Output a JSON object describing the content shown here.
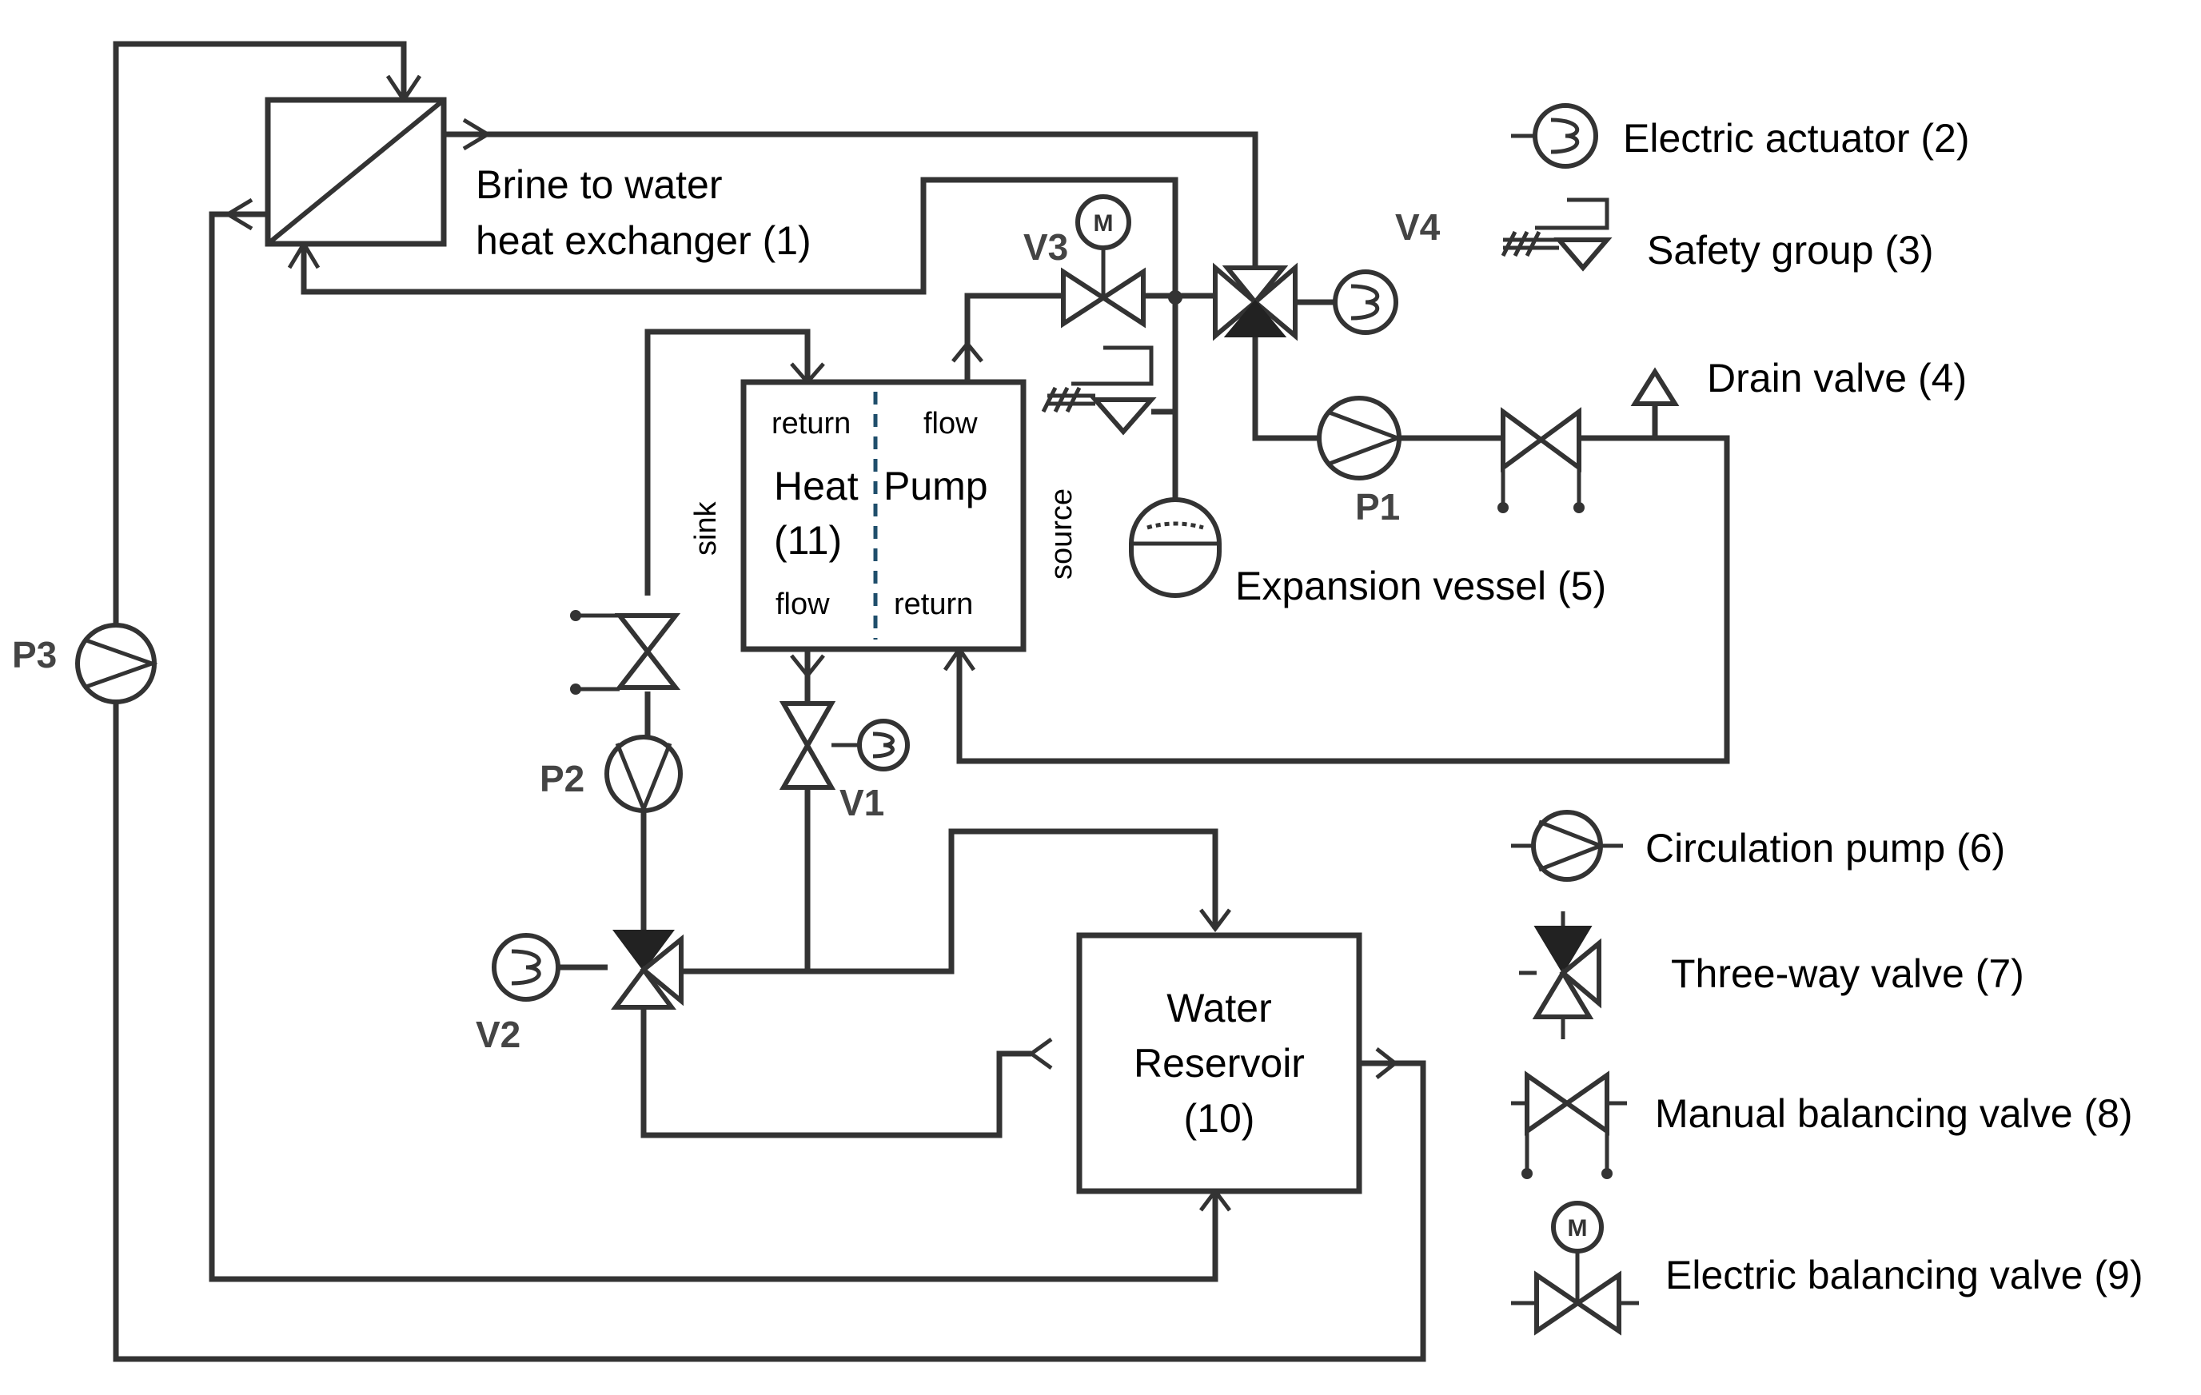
{
  "components": {
    "heat_exchanger": "Brine to water\nheat exchanger (1)",
    "heat_exchanger_line1": "Brine to water",
    "heat_exchanger_line2": "heat exchanger (1)",
    "heat_pump_line1_left": "Heat",
    "heat_pump_line1_right": "Pump",
    "heat_pump_line2": "(11)",
    "hp_return_top": "return",
    "hp_flow_top": "flow",
    "hp_flow_bottom": "flow",
    "hp_return_bottom": "return",
    "hp_sink": "sink",
    "hp_source": "source",
    "expansion_vessel": "Expansion vessel (5)",
    "reservoir_line1": "Water",
    "reservoir_line2": "Reservoir",
    "reservoir_line3": "(10)"
  },
  "tags": {
    "P1": "P1",
    "P2": "P2",
    "P3": "P3",
    "V1": "V1",
    "V2": "V2",
    "V3": "V3",
    "V4": "V4",
    "M": "M"
  },
  "legend": [
    {
      "label": "Electric actuator (2)",
      "icon": "electric-actuator-icon"
    },
    {
      "label": "Safety group (3)",
      "icon": "safety-group-icon"
    },
    {
      "label": "Drain valve (4)",
      "icon": "drain-valve-icon"
    },
    {
      "label": "Circulation pump (6)",
      "icon": "circulation-pump-icon"
    },
    {
      "label": "Three-way valve (7)",
      "icon": "three-way-valve-icon"
    },
    {
      "label": "Manual balancing valve (8)",
      "icon": "manual-balancing-valve-icon"
    },
    {
      "label": "Electric balancing valve (9)",
      "icon": "electric-balancing-valve-icon"
    }
  ]
}
